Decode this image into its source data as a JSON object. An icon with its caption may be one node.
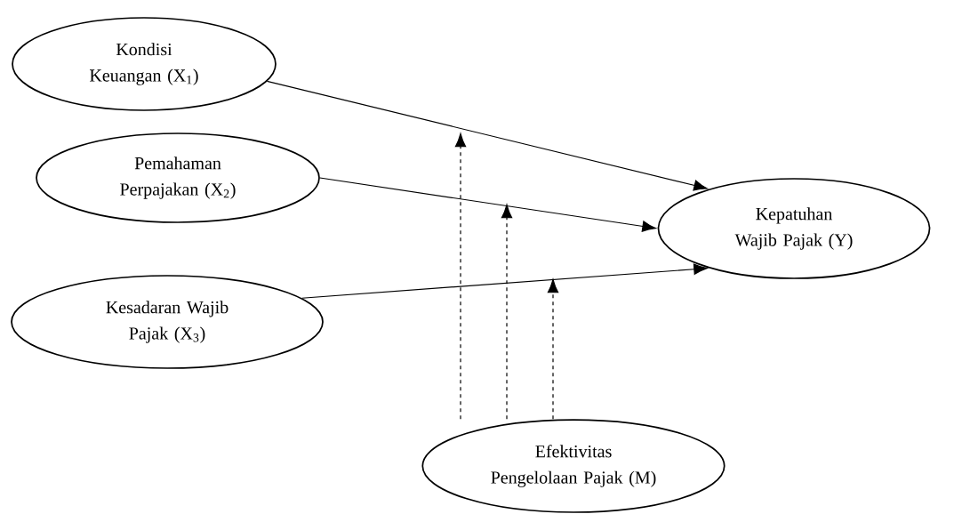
{
  "diagram": {
    "nodes": [
      {
        "text": [
          "Kondisi Keuangan (X$_{1}$)"
        ]
      },
      {
        "text": [
          "Pemahaman Perpajakan (X$_{2}$)"
        ]
      },
      {
        "text": [
          "Kesadaran Wajib Pajak (X$_{3}$)"
        ]
      },
      {
        "text": [
          "Kepatuhan Wajib Pajak (Y)"
        ]
      },
      {
        "text": [
          "Efektivitas Pengelolaan Pajak (M)"
        ]
      }
    ],
    "edges": [
      {
        "from": 0,
        "to": 3,
        "arrow": "to"
      },
      {
        "from": 1,
        "to": 3,
        "arrow": "to"
      },
      {
        "from": 2,
        "to": 3,
        "arrow": "to"
      },
      {
        "from": 4,
        "to": null,
        "arrow": "to",
        "style": "dashed"
      },
      {
        "from": 4,
        "to": null,
        "arrow": "to",
        "style": "dashed"
      },
      {
        "from": 4,
        "to": null,
        "arrow": "to",
        "style": "dashed"
      }
    ]
  }
}
